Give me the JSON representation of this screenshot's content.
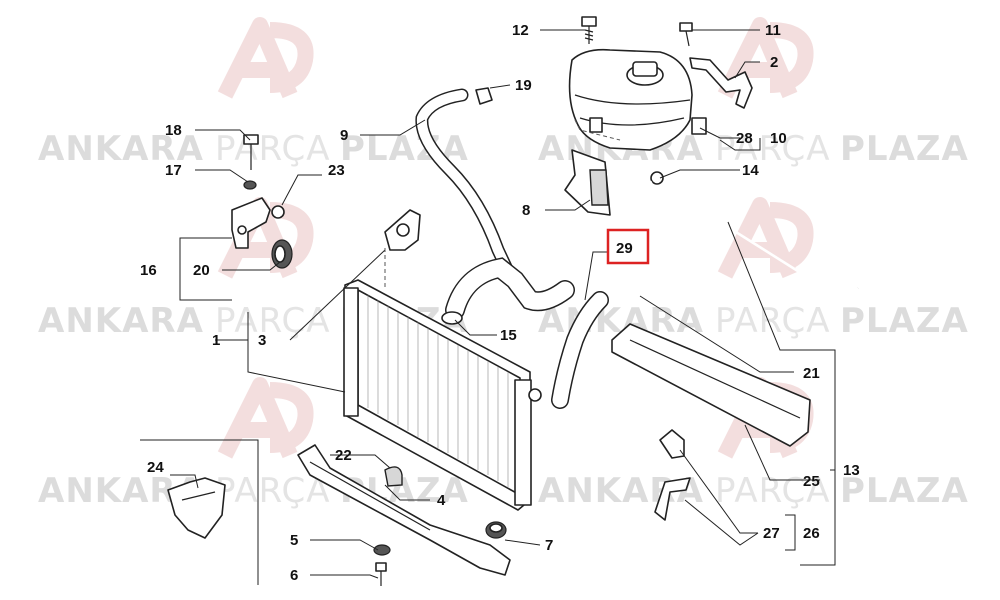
{
  "watermark": {
    "brand_left": "ANKARA",
    "brand_mid": "PARÇA",
    "brand_right": "PLAZA"
  },
  "callouts": {
    "c1": "1",
    "c2": "2",
    "c3": "3",
    "c4": "4",
    "c5": "5",
    "c6": "6",
    "c7": "7",
    "c8": "8",
    "c9": "9",
    "c10": "10",
    "c11": "11",
    "c12": "12",
    "c13": "13",
    "c14": "14",
    "c15": "15",
    "c16": "16",
    "c17": "17",
    "c18": "18",
    "c19": "19",
    "c20": "20",
    "c21": "21",
    "c22": "22",
    "c23": "23",
    "c24": "24",
    "c25": "25",
    "c26": "26",
    "c27": "27",
    "c28": "28",
    "c29": "29"
  },
  "highlight": {
    "part": "29",
    "color": "#d22222"
  }
}
